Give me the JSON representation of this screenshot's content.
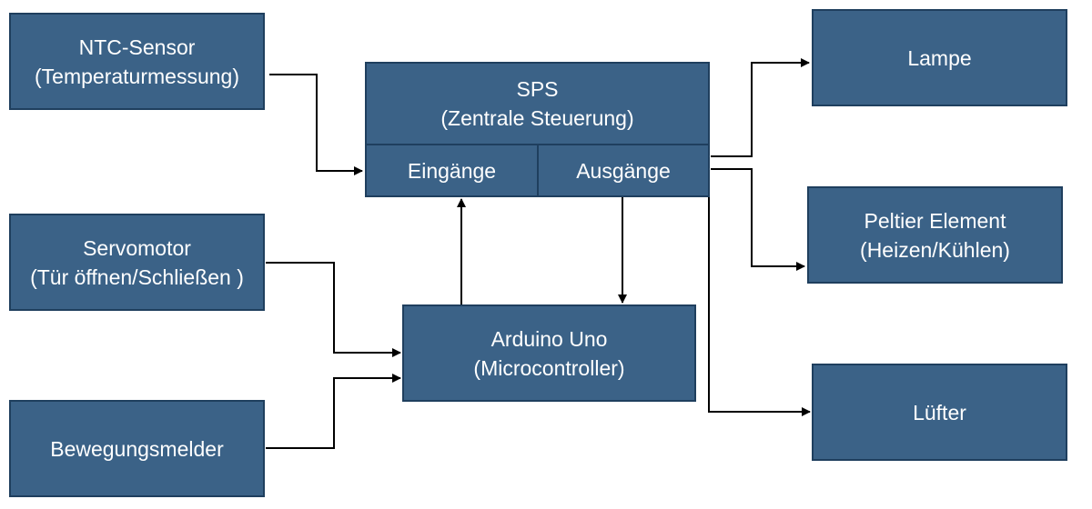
{
  "diagram": {
    "colors": {
      "box_fill": "#3b6287",
      "box_border": "#1f3f5e",
      "text": "#ffffff",
      "connector": "#000000"
    },
    "inputs": {
      "ntc_sensor": {
        "line1": "NTC-Sensor",
        "line2": "(Temperaturmessung)"
      },
      "servomotor": {
        "line1": "Servomotor",
        "line2": "(Tür öffnen/Schließen )"
      },
      "bewegungsmelder": {
        "line1": "Bewegungsmelder"
      }
    },
    "sps": {
      "line1": "SPS",
      "line2": "(Zentrale Steuerung)",
      "inputs_label": "Eingänge",
      "outputs_label": "Ausgänge"
    },
    "arduino": {
      "line1": "Arduino Uno",
      "line2": "(Microcontroller)"
    },
    "outputs": {
      "lampe": {
        "line1": "Lampe"
      },
      "peltier": {
        "line1": "Peltier Element",
        "line2": "(Heizen/Kühlen)"
      },
      "luefter": {
        "line1": "Lüfter"
      }
    }
  }
}
